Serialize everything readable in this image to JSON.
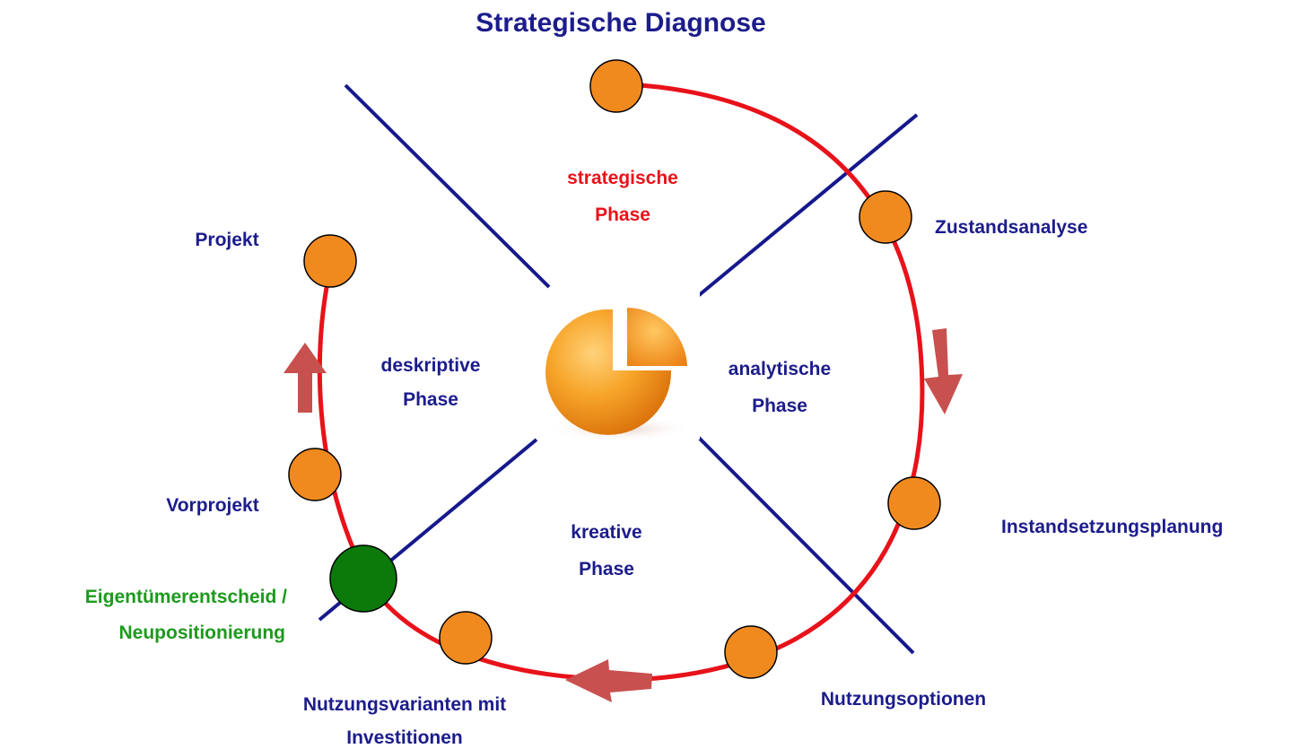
{
  "title": "Strategische Diagnose",
  "phases": {
    "strategic": [
      "strategische",
      "Phase"
    ],
    "analytic": [
      "analytische",
      "Phase"
    ],
    "creative": [
      "kreative",
      "Phase"
    ],
    "descriptive": [
      "deskriptive",
      "Phase"
    ]
  },
  "steps": {
    "zustandsanalyse": "Zustandsanalyse",
    "instandsetzungsplanung": "Instandsetzungsplanung",
    "nutzungsoptionen": "Nutzungsoptionen",
    "nutzungsvarianten": [
      "Nutzungsvarianten mit",
      "Investitionen"
    ],
    "eigentuemerentscheid": [
      "Eigentümerentscheid /",
      "Neupositionierung"
    ],
    "vorprojekt": "Vorprojekt",
    "projekt": "Projekt"
  },
  "colors": {
    "title": "#1c1c8c",
    "label": "#1c1c8c",
    "strategic_phase": "#e8121a",
    "decision": "#1c9a1c",
    "cycle_line": "#e8121a",
    "divider_line": "#16198c",
    "node_fill": "#f08a1e",
    "decision_node_fill": "#0b7a0b",
    "arrow": "#c8504e"
  },
  "icons": {
    "center": "pie-chart-icon"
  }
}
